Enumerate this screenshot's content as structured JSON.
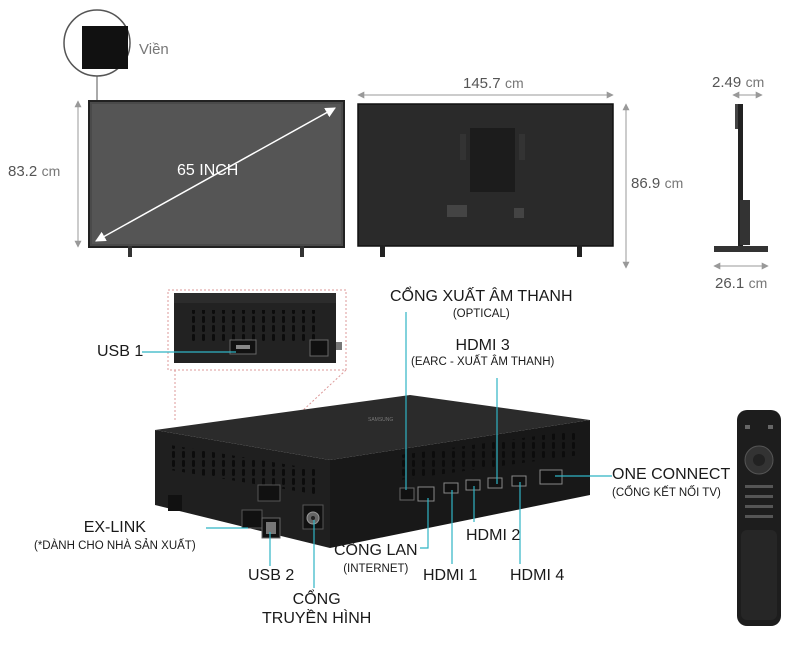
{
  "dimensions": {
    "bezel_label": "Viền",
    "screen_size": "65 INCH",
    "front_height_value": "83.2",
    "front_height_unit": "cm",
    "width_value": "145.7",
    "width_unit": "cm",
    "back_height_value": "86.9",
    "back_height_unit": "cm",
    "depth_value": "2.49",
    "depth_unit": "cm",
    "stand_depth_value": "26.1",
    "stand_depth_unit": "cm"
  },
  "ports": {
    "usb1": "USB 1",
    "optical_title": "CỔNG XUẤT ÂM THANH",
    "optical_sub": "(OPTICAL)",
    "hdmi3_title": "HDMI 3",
    "hdmi3_sub": "(EARC - XUẤT ÂM THANH)",
    "one_connect_title": "ONE CONNECT",
    "one_connect_sub": "(CỔNG KẾT NỐI TV)",
    "exlink_title": "EX-LINK",
    "exlink_sub": "(*DÀNH CHO NHÀ SẢN XUẤT)",
    "lan_title": "CỔNG LAN",
    "lan_sub": "(INTERNET)",
    "hdmi2": "HDMI 2",
    "hdmi1": "HDMI 1",
    "hdmi4": "HDMI 4",
    "usb2": "USB 2",
    "tv_port_line1": "CỔNG",
    "tv_port_line2": "TRUYỀN HÌNH"
  },
  "colors": {
    "callout_line": "#2fb3c4",
    "device": "#1c1c1c",
    "dimension_line": "#999999"
  }
}
